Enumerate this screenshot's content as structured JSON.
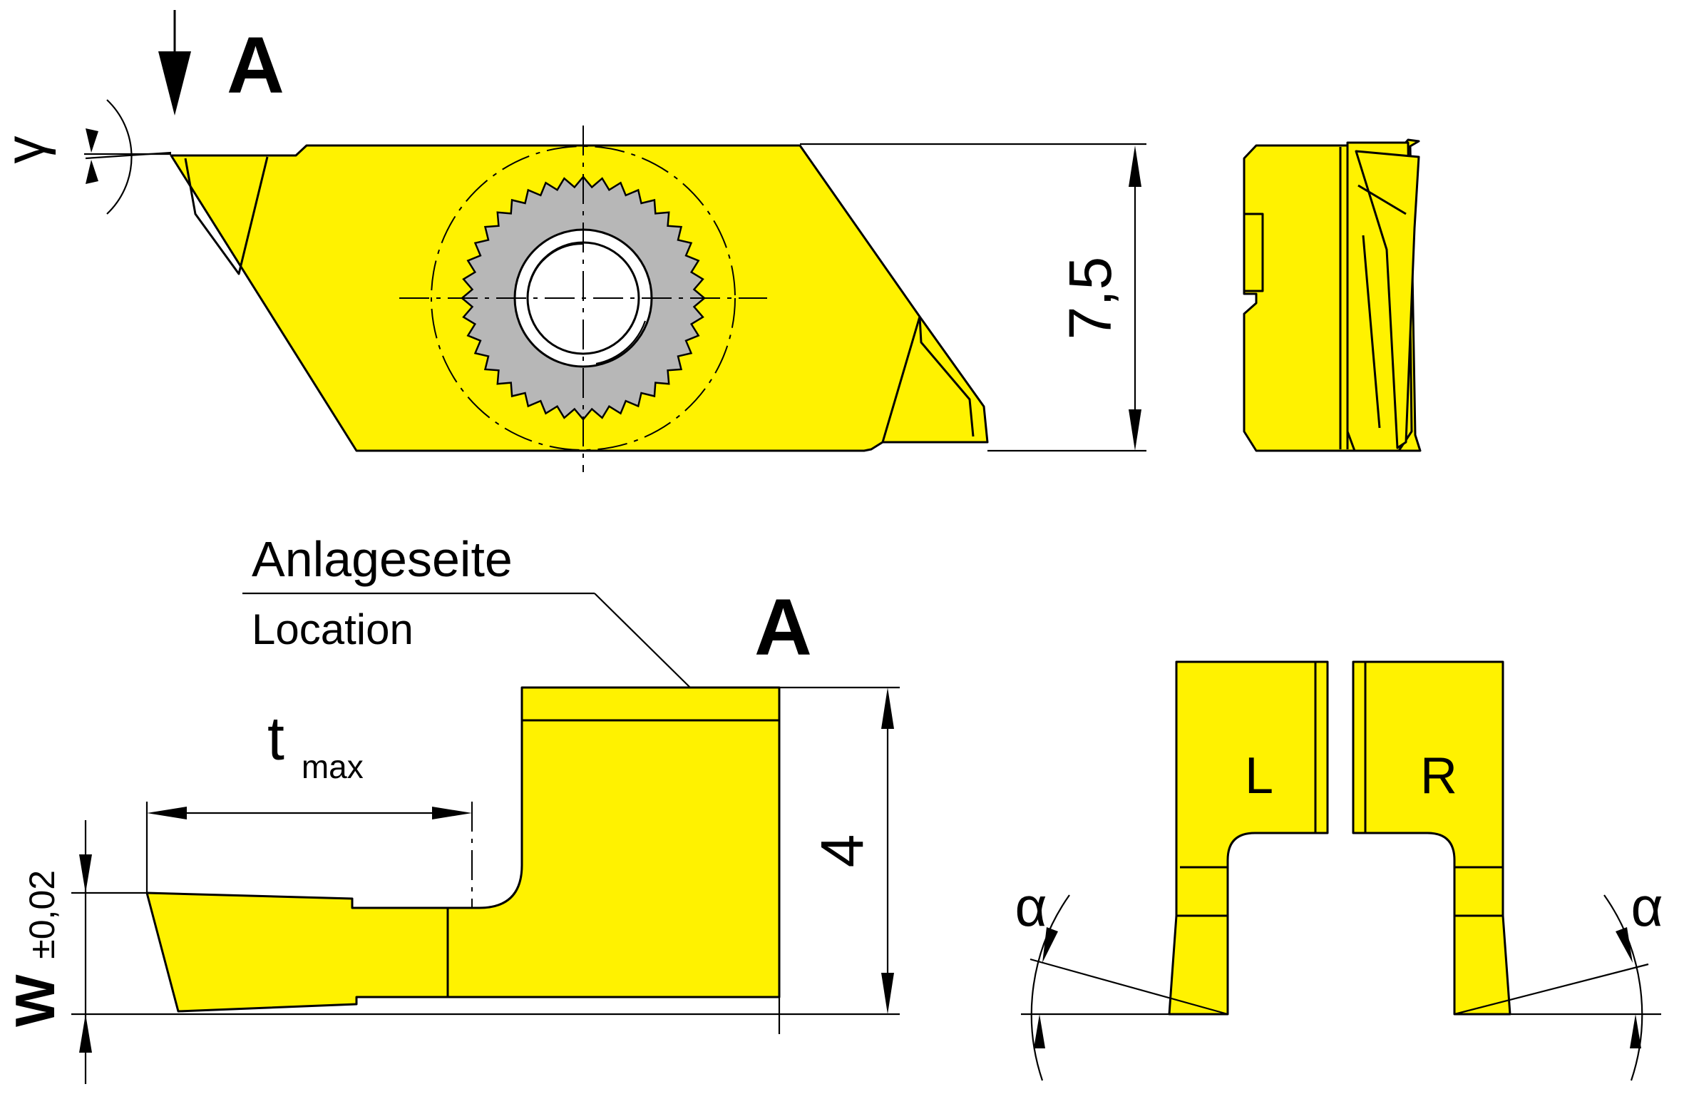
{
  "labels": {
    "view_marker_top": "A",
    "view_marker_bottom": "A",
    "rake_angle_symbol": "γ",
    "height_dimension": "7,5",
    "location_label_de": "Anlageseite",
    "location_label_en": "Location",
    "depth_label_main": "t",
    "depth_label_sub": "max",
    "width_label_main": "W",
    "width_label_tol": "±0,02",
    "thickness_dimension": "4",
    "left_hand_label": "L",
    "right_hand_label": "R",
    "clearance_angle_left": "α",
    "clearance_angle_right": "α"
  },
  "colors": {
    "insert_yellow": "#FFF200",
    "screw_gray": "#B7B7B7",
    "line": "#000000"
  }
}
